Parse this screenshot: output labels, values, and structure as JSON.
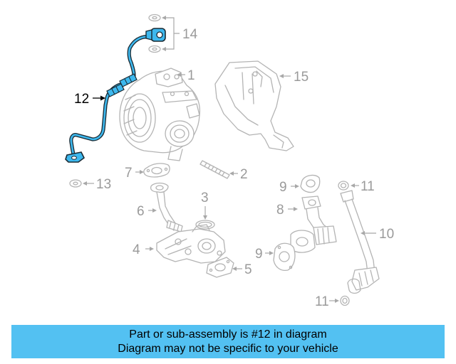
{
  "callouts": {
    "c1": "1",
    "c2": "2",
    "c3": "3",
    "c4": "4",
    "c5": "5",
    "c6": "6",
    "c7": "7",
    "c8": "8",
    "c9a": "9",
    "c9b": "9",
    "c10": "10",
    "c11a": "11",
    "c11b": "11",
    "c12": "12",
    "c13": "13",
    "c14": "14",
    "c15": "15"
  },
  "highlighted_part": "12",
  "colors": {
    "highlight": "#3db8ee",
    "banner": "#53c1f2",
    "parts": "#b4b4b4"
  },
  "banner": {
    "line1": "Part or sub-assembly is #12 in diagram",
    "line2": "Diagram may not be specific to your vehicle"
  }
}
